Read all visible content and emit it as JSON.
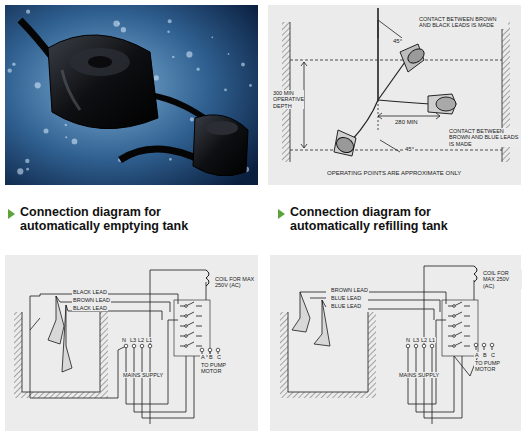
{
  "diagram": {
    "labels": [
      "CONTACT BETWEEN BROWN AND BLACK LEADS IS MADE",
      "45°",
      "280 MIN",
      "300 MIN OPERATIVE DEPTH",
      "45°",
      "CONTACT BETWEEN BROWN AND BLUE LEADS IS MADE",
      "OPERATING POINTS ARE APPROXIMATE ONLY",
      "Connection diagram for automatically emptying tank",
      "Connection diagram for automatically refilling tank",
      "BLACK LEAD",
      "BROWN LEAD",
      "BLACK LEAD",
      "COIL FOR MAX 250V (AC)",
      "N",
      "L3",
      "L2",
      "L1",
      "MAINS SUPPLY",
      "A",
      "B",
      "C",
      "TO PUMP MOTOR",
      "BROWN LEAD",
      "BLUE LEAD",
      "BLUE LEAD",
      "COIL FOR MAX 250V (AC)",
      "N",
      "L3",
      "L2",
      "L1",
      "MAINS SUPPLY",
      "A",
      "B",
      "C",
      "TO PUMP MOTOR"
    ]
  }
}
